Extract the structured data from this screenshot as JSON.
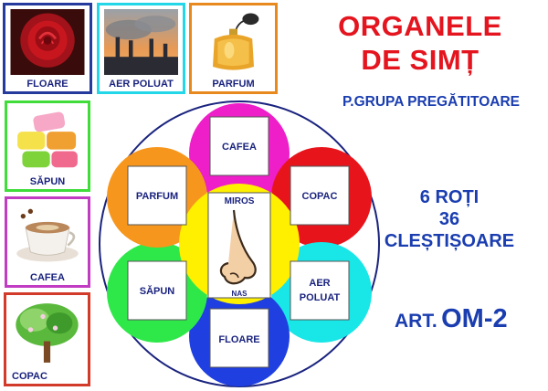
{
  "title": {
    "line1": "ORGANELE",
    "line2": "DE SIMȚ"
  },
  "subtitle": "P.GRUPA PREGĂTITOARE",
  "info": {
    "line1": "6 ROȚI",
    "line2": "36",
    "line3": "CLEȘTIȘOARE"
  },
  "article": {
    "prefix": "ART.",
    "code": "OM-2"
  },
  "cards": {
    "floare": "FLOARE",
    "aer_poluat": "AER POLUAT",
    "parfum": "PARFUM",
    "sapun": "SĂPUN",
    "cafea": "CAFEA",
    "copac": "COPAC"
  },
  "wheel": {
    "center_top": "MIROS",
    "center_bottom": "NAS",
    "petals": {
      "top": "CAFEA",
      "upper_right": "COPAC",
      "lower_right_1": "AER",
      "lower_right_2": "POLUAT",
      "bottom": "FLOARE",
      "lower_left": "SĂPUN",
      "upper_left": "PARFUM"
    }
  },
  "colors": {
    "title": "#e4151f",
    "text_blue": "#1a3db0",
    "petal_magenta": "#ee1ec8",
    "petal_red": "#e8141c",
    "petal_cyan": "#19e6e6",
    "petal_blue": "#1f3fe0",
    "petal_green": "#2ee84a",
    "petal_orange": "#f7961c",
    "center_yellow": "#fff000"
  }
}
